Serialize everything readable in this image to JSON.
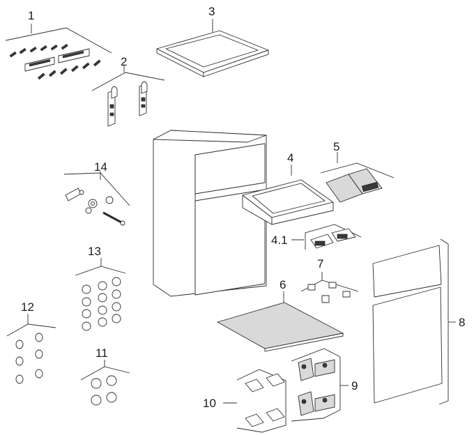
{
  "callouts": {
    "c1": "1",
    "c2": "2",
    "c3": "3",
    "c4": "4",
    "c4_1": "4.1",
    "c5": "5",
    "c6": "6",
    "c7": "7",
    "c8": "8",
    "c9": "9",
    "c10": "10",
    "c11": "11",
    "c12": "12",
    "c13": "13",
    "c14": "14"
  }
}
